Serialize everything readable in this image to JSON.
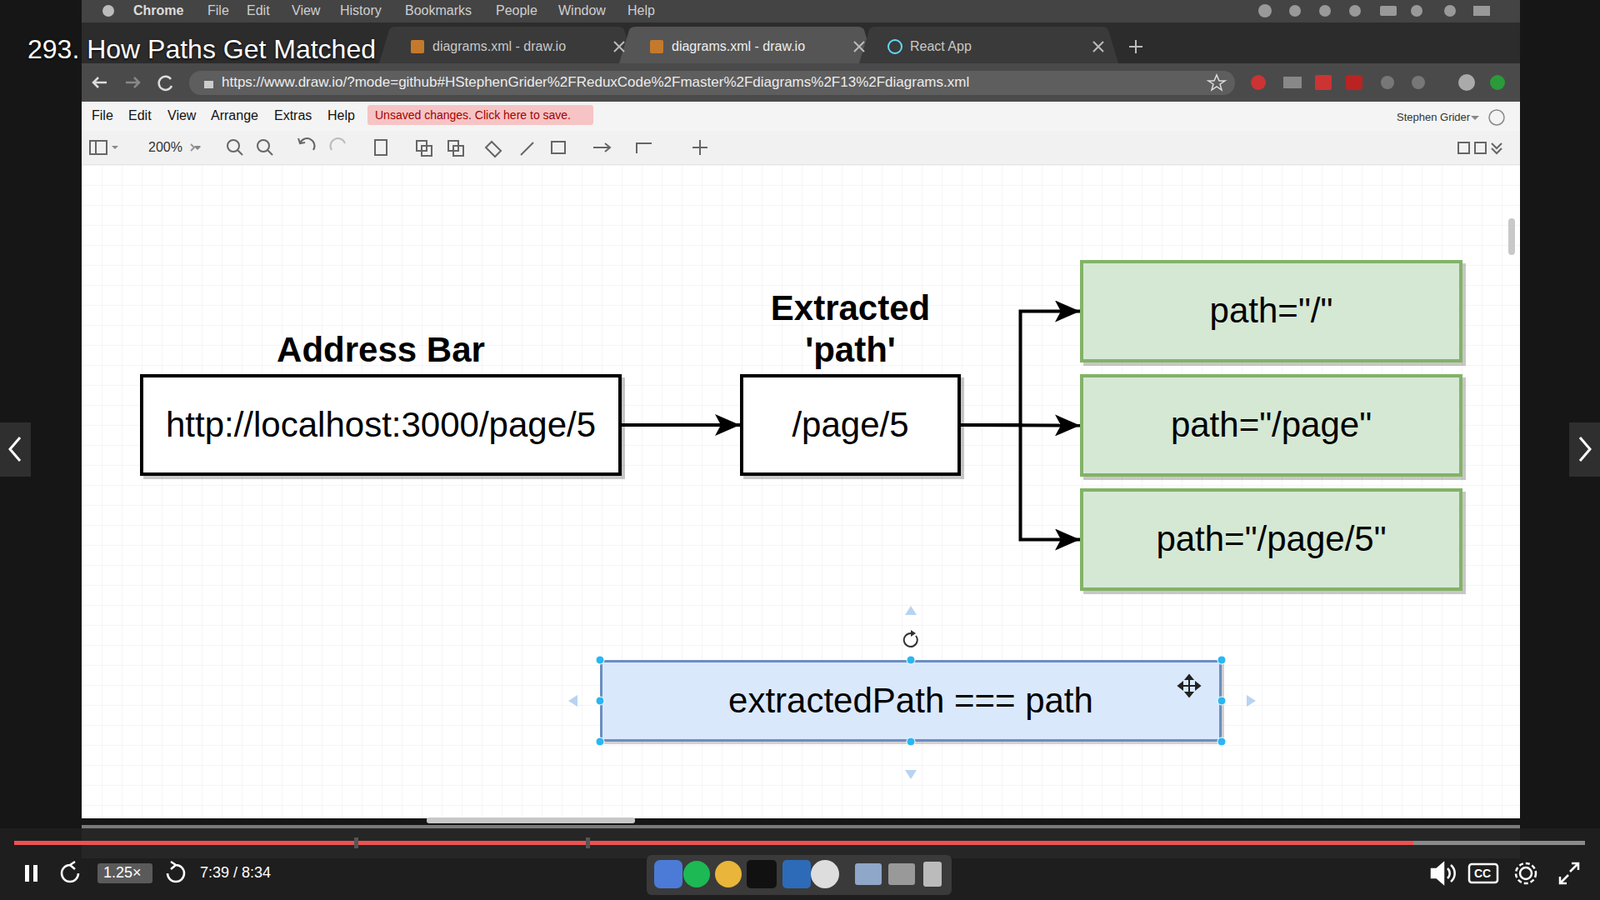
{
  "diagram": {
    "title": "293. How Paths Get Matched",
    "nodes": [
      {
        "text": [
          "Address Bar",
          "http://localhost:3000/page/5"
        ]
      },
      {
        "text": [
          "Extracted 'path'",
          "/page/5"
        ]
      },
      {
        "text": [
          "path=\"/\""
        ]
      },
      {
        "text": [
          "path=\"/page\""
        ]
      },
      {
        "text": [
          "path=\"/page/5\""
        ]
      },
      {
        "text": [
          "extractedPath === path"
        ]
      }
    ],
    "edges": [
      {
        "from": 0,
        "to": 1,
        "arrow": "to"
      },
      {
        "from": 1,
        "to": 2,
        "arrow": "to"
      },
      {
        "from": 1,
        "to": 3,
        "arrow": "to"
      },
      {
        "from": 1,
        "to": 4,
        "arrow": "to"
      }
    ],
    "labels": [
      "Chrome",
      "File",
      "Edit",
      "View",
      "History",
      "Bookmarks",
      "People",
      "Window",
      "Help",
      "diagrams.xml - draw.io",
      "diagrams.xml - draw.io",
      "React App",
      "https://www.draw.io/?mode=github#HStephenGrider%2FReduxCode%2Fmaster%2Fdiagrams%2F13%2Fdiagrams.xml",
      "File",
      "Edit",
      "View",
      "Arrange",
      "Extras",
      "Help",
      "Unsaved changes. Click here to save.",
      "Stephen Grider",
      "200%",
      "1.25×",
      "7:39 / 8:34",
      "CC"
    ]
  }
}
